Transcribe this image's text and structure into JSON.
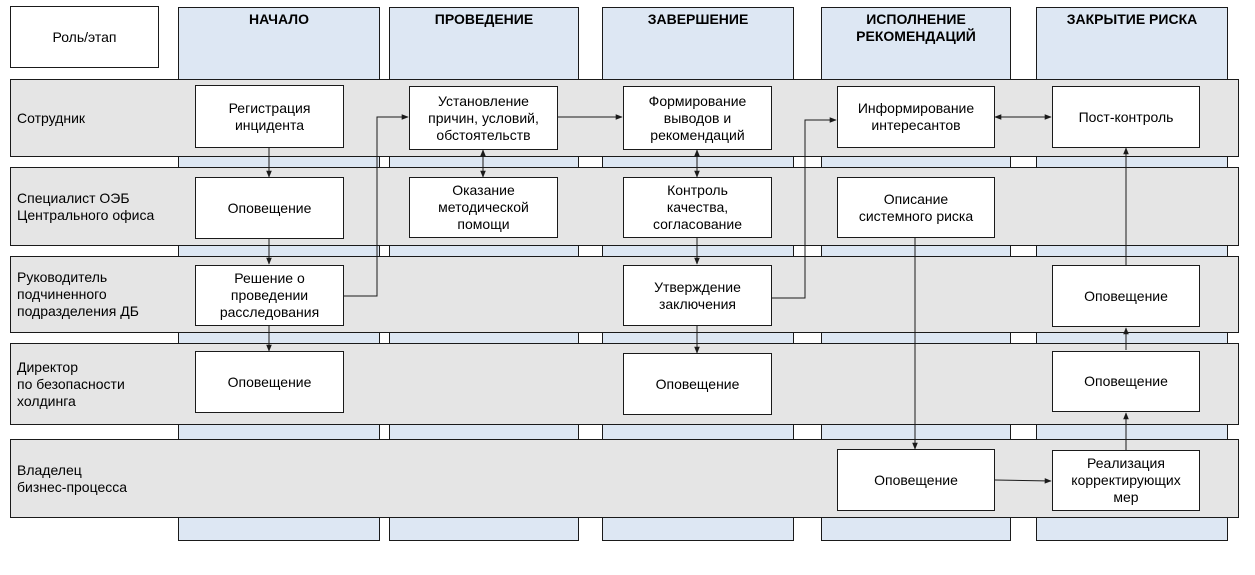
{
  "corner_label": "Роль/этап",
  "stages": [
    {
      "label": "НАЧАЛО"
    },
    {
      "label": "ПРОВЕДЕНИЕ"
    },
    {
      "label": "ЗАВЕРШЕНИЕ"
    },
    {
      "label": "ИСПОЛНЕНИЕ\nРЕКОМЕНДАЦИЙ"
    },
    {
      "label": "ЗАКРЫТИЕ РИСКА"
    }
  ],
  "roles": [
    {
      "label": "Сотрудник"
    },
    {
      "label": "Специалист ОЭБ\nЦентрального офиса"
    },
    {
      "label": "Руководитель\nподчиненного\nподразделения ДБ"
    },
    {
      "label": "Директор\nпо безопасности\nхолдинга"
    },
    {
      "label": "Владелец\nбизнес-процесса"
    }
  ],
  "boxes": {
    "registration": "Регистрация\nинцидента",
    "establish": "Установление\nпричин, условий,\nобстоятельств",
    "conclusions": "Формирование\nвыводов и\nрекомендаций",
    "inform_stakeholders": "Информирование\nинтересантов",
    "post_control": "Пост-контроль",
    "notify_oeb": "Оповещение",
    "method_help": "Оказание\nметодической\nпомощи",
    "quality": "Контроль\nкачества,\nсогласование",
    "systemic_risk": "Описание\nсистемного риска",
    "decision": "Решение о\nпроведении\nрасследования",
    "approve": "Утверждение\nзаключения",
    "notify_head_close": "Оповещение",
    "notify_dir_start": "Оповещение",
    "notify_dir_finish": "Оповещение",
    "notify_dir_close": "Оповещение",
    "notify_owner_exec": "Оповещение",
    "corrective": "Реализация\nкорректирующих\nмер"
  }
}
